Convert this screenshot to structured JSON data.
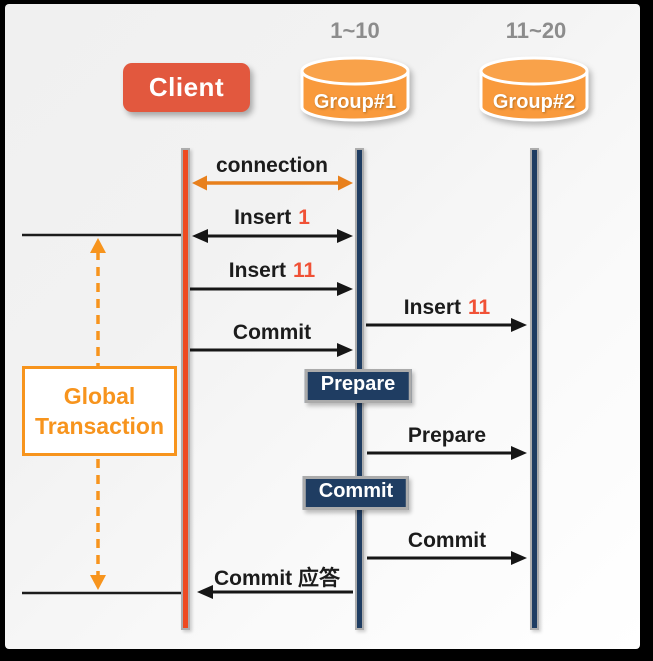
{
  "header": {
    "client_label": "Client",
    "group1": {
      "range": "1~10",
      "label": "Group#1"
    },
    "group2": {
      "range": "11~20",
      "label": "Group#2"
    }
  },
  "global_transaction": {
    "line1": "Global",
    "line2": "Transaction"
  },
  "messages": {
    "connection": "connection",
    "insert_one": {
      "verb": "Insert",
      "num": "1"
    },
    "insert_eleven_client": {
      "verb": "Insert",
      "num": "11"
    },
    "commit_client": "Commit",
    "insert_eleven_group": {
      "verb": "Insert",
      "num": "11"
    },
    "prepare_badge": "Prepare",
    "prepare_to_group2": "Prepare",
    "commit_badge": "Commit",
    "commit_to_group2": "Commit",
    "commit_reply": "Commit 应答"
  },
  "colors": {
    "client_box": "#e2583e",
    "client_lifeline": "#ee4a21",
    "group_lifeline": "#1f3d62",
    "badge_navy": "#1f3d62",
    "cylinder_orange": "#f99a3c",
    "accent_orange": "#f7941d",
    "connection_arrow": "#e8801c",
    "message_black": "#1c1c1c",
    "number_red": "#f05136",
    "range_gray": "#8c8c8c"
  }
}
